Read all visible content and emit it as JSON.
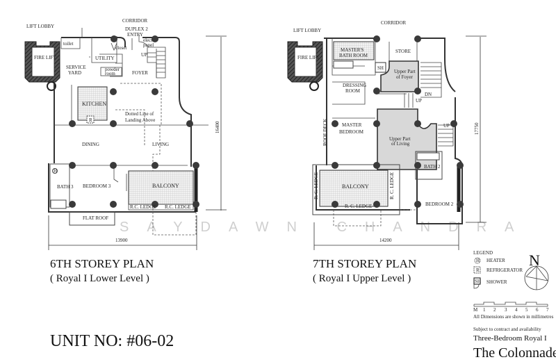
{
  "lower_plan": {
    "title": "6TH STOREY PLAN",
    "subtitle": "( Royal I Lower Level )",
    "dimension_vertical": "16400",
    "dimension_horizontal": "13900",
    "labels": {
      "corridor": "CORRIDOR",
      "lift_lobby": "LIFT LOBBY",
      "fire_lift": "FIRE LIFT",
      "toilet": "toilet",
      "duplex_entry_1": "DUPLEX 2",
      "duplex_entry_2": "ENTRY",
      "closet": "closet",
      "elect_panel_1": "elect",
      "elect_panel_2": "panel",
      "utility": "UTILITY",
      "service_yard_1": "SERVICE",
      "service_yard_2": "YARD",
      "powder_room_1": "powder",
      "powder_room_2": "room",
      "foyer": "FOYER",
      "up": "UP",
      "kitchen": "KITCHEN",
      "refrigerator": "R",
      "dotted_line_1": "Dotted Line of",
      "dotted_line_2": "Landing Above",
      "dining": "DINING",
      "living": "LIVING",
      "heater": "H",
      "bath3": "BATH 3",
      "bedroom3": "BEDROOM 3",
      "balcony": "BALCONY",
      "rc_ledge_1": "R.C. LEDGE",
      "rc_ledge_2": "R.C. LEDGE",
      "flat_roof": "FLAT ROOF"
    }
  },
  "upper_plan": {
    "title": "7TH STOREY PLAN",
    "subtitle": "( Royal I Upper Level )",
    "dimension_vertical": "17750",
    "dimension_horizontal": "14200",
    "labels": {
      "corridor": "CORRIDOR",
      "lift_lobby": "LIFT LOBBY",
      "fire_lift": "FIRE LIFT",
      "masters_bath_1": "MASTER'S",
      "masters_bath_2": "BATH ROOM",
      "store": "STORE",
      "shower": "SH",
      "upper_foyer_1": "Upper Part",
      "upper_foyer_2": "of Foyer",
      "dressing_1": "DRESSING",
      "dressing_2": "ROOM",
      "dn": "DN",
      "up1": "UP",
      "up2": "UP",
      "master_bedroom_1": "MASTER",
      "master_bedroom_2": "BEDROOM",
      "roof_deck": "ROOF DECK",
      "upper_living_1": "Upper Part",
      "upper_living_2": "of Living",
      "bath2": "BATH 2",
      "balcony": "BALCONY",
      "rc_ledge_left": "R. C. LEDGE",
      "rc_ledge_right": "R. C. LEDGE",
      "rc_ledge_bottom": "R. C. LEDGE",
      "bedroom2": "BEDROOM 2"
    }
  },
  "unit_no": "UNIT NO: #06-02",
  "legend": {
    "title": "LEGEND",
    "items": [
      {
        "symbol": "H",
        "label": "HEATER"
      },
      {
        "symbol": "R",
        "label": "REFRIGERATOR"
      },
      {
        "symbol": "SH",
        "label": "SHOWER"
      }
    ]
  },
  "north": "N",
  "scale": {
    "ticks": [
      "M",
      "1",
      "2",
      "3",
      "4",
      "5",
      "6",
      "7"
    ]
  },
  "dimensions_note": "All Dimensions are shown in millimetres",
  "disclaimer": "Subject to contract and availability",
  "unit_type": "Three-Bedroom Royal I",
  "project_name": "The Colonnade",
  "watermark": "SAYDAWN CHANDRA"
}
